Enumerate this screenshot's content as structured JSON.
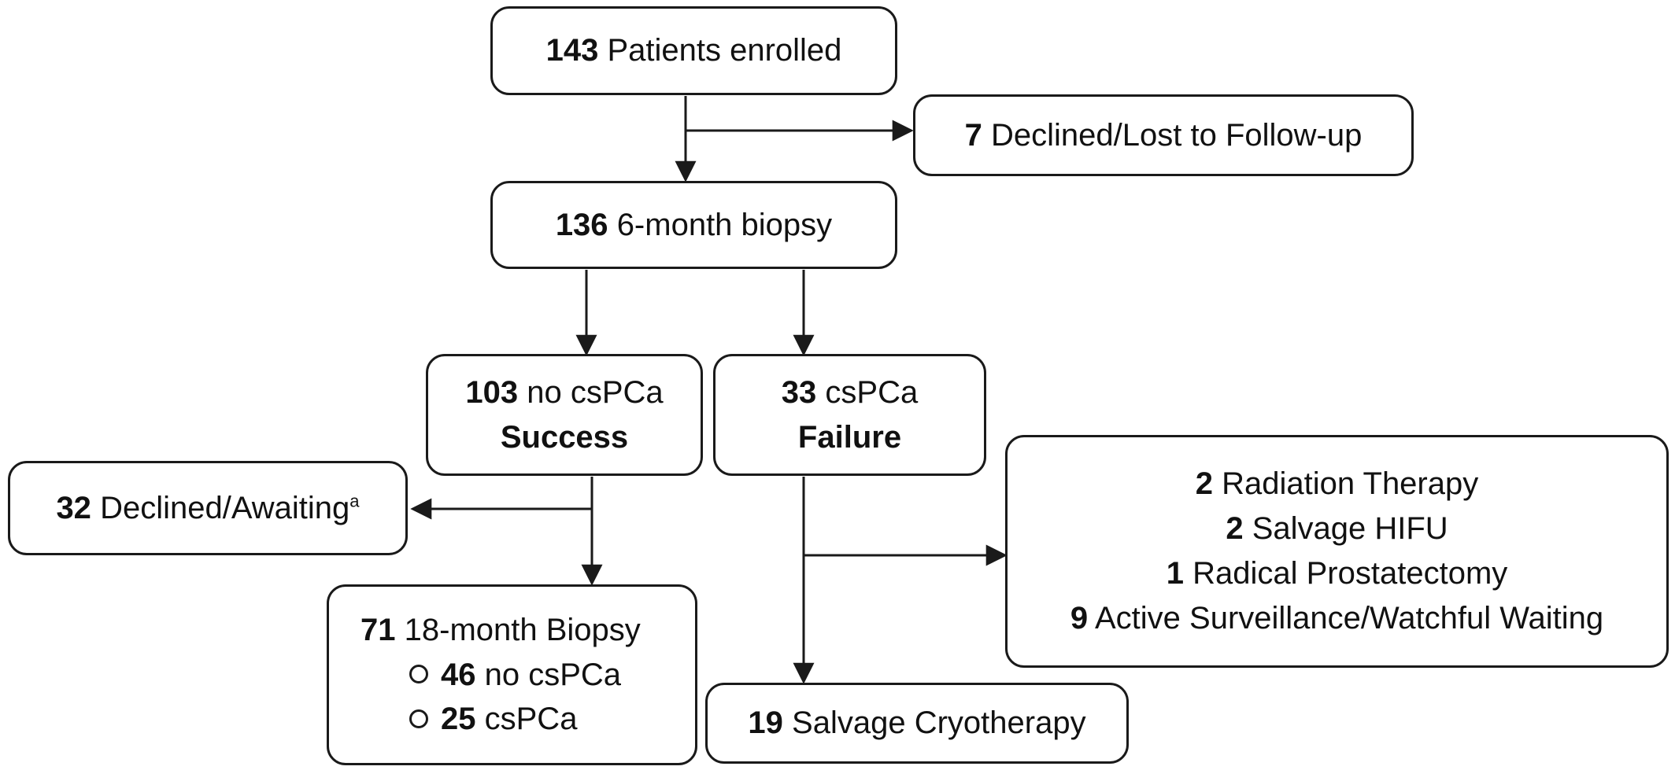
{
  "flow": {
    "enrolled": {
      "count": "143",
      "label": "Patients enrolled"
    },
    "declined_lost": {
      "count": "7",
      "label": "Declined/Lost to Follow-up"
    },
    "six_month": {
      "count": "136",
      "label": "6-month biopsy"
    },
    "no_cspca": {
      "count": "103",
      "label": "no csPCa",
      "status": "Success"
    },
    "cspca": {
      "count": "33",
      "label": "csPCa",
      "status": "Failure"
    },
    "declined_awaiting": {
      "count": "32",
      "label": "Declined/Awaiting",
      "footnote": "a"
    },
    "eighteen_month": {
      "count": "71",
      "label": "18-month Biopsy",
      "results": [
        {
          "count": "46",
          "label": "no csPCa"
        },
        {
          "count": "25",
          "label": "csPCa"
        }
      ]
    },
    "treatments": [
      {
        "count": "2",
        "label": "Radiation Therapy"
      },
      {
        "count": "2",
        "label": "Salvage HIFU"
      },
      {
        "count": "1",
        "label": "Radical Prostatectomy"
      },
      {
        "count": "9",
        "label": "Active Surveillance/Watchful Waiting"
      }
    ],
    "salvage_cryo": {
      "count": "19",
      "label": "Salvage Cryotherapy"
    }
  }
}
